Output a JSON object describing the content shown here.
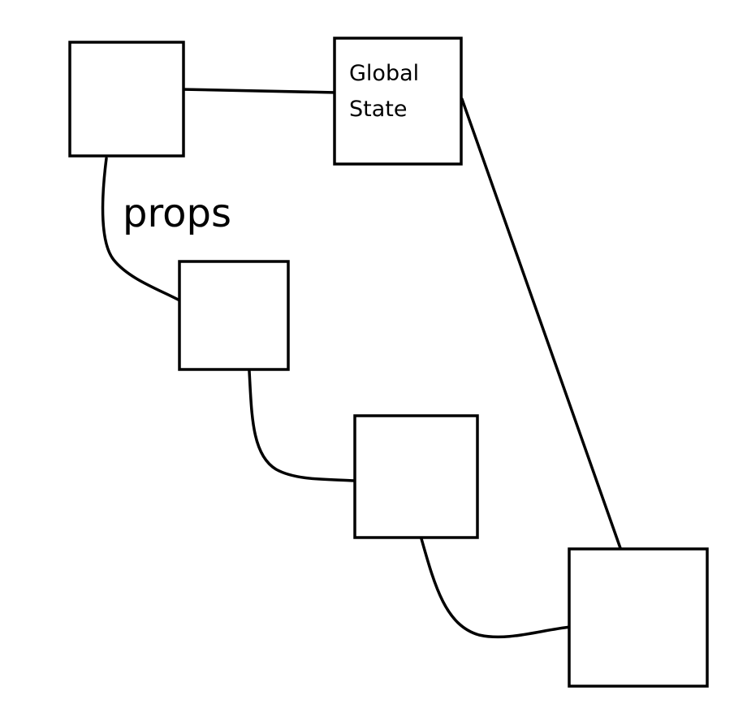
{
  "diagram": {
    "nodes": [
      {
        "id": "component-1",
        "label_lines": []
      },
      {
        "id": "global-state",
        "label_lines": [
          "Global",
          "State"
        ]
      },
      {
        "id": "component-2",
        "label_lines": []
      },
      {
        "id": "component-3",
        "label_lines": []
      },
      {
        "id": "component-4",
        "label_lines": []
      }
    ],
    "edges": [
      {
        "from": "component-1",
        "to": "global-state",
        "label": ""
      },
      {
        "from": "component-1",
        "to": "component-2",
        "label": "props"
      },
      {
        "from": "component-2",
        "to": "component-3",
        "label": ""
      },
      {
        "from": "component-3",
        "to": "component-4",
        "label": ""
      },
      {
        "from": "global-state",
        "to": "component-4",
        "label": ""
      }
    ],
    "colors": {
      "stroke": "#000000",
      "background": "#ffffff"
    }
  }
}
